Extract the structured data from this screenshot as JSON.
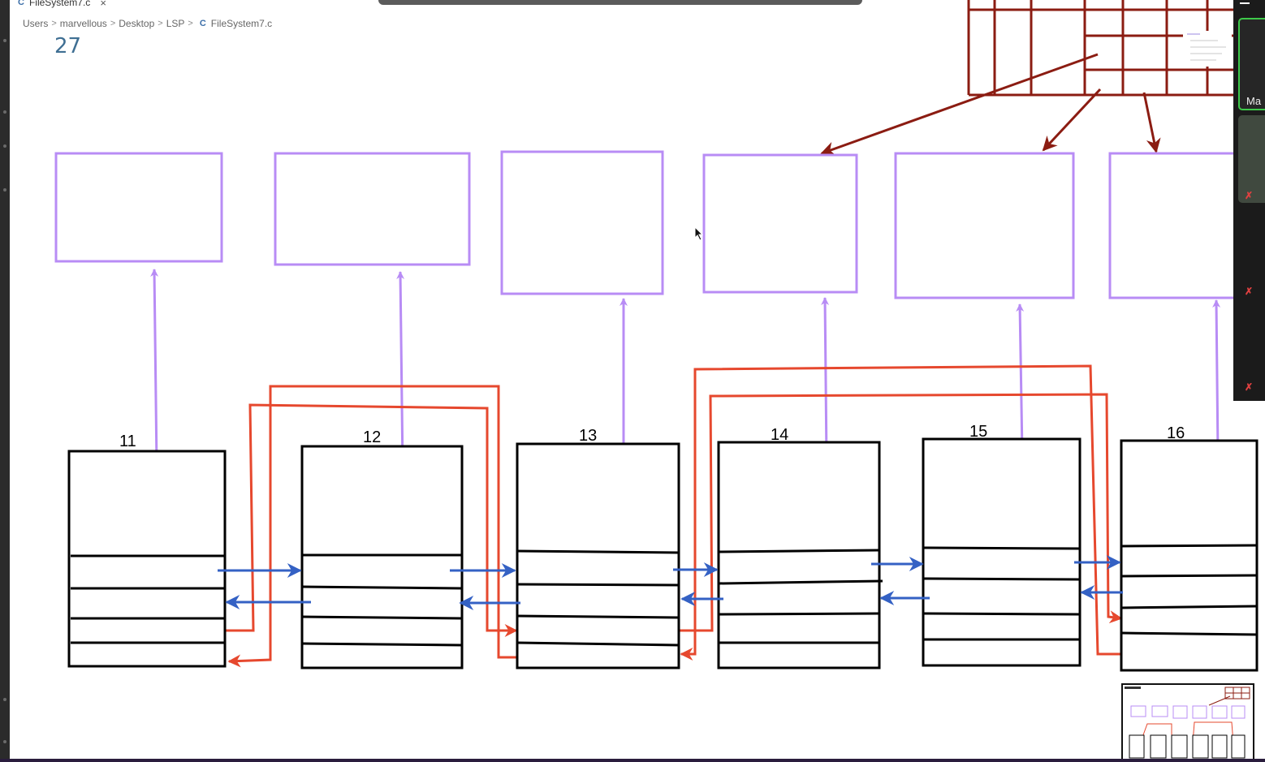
{
  "editor": {
    "tab_label": "FileSystem7.c",
    "close_glyph": "×",
    "c_glyph": "C",
    "breadcrumb": [
      "Users",
      "marvellous",
      "Desktop",
      "LSP",
      "FileSystem7.c"
    ],
    "breadcrumb_separator": ">",
    "line_number": "27"
  },
  "participants_panel": {
    "visible_name": "Ma",
    "muted_icon": "muted-mic-icon"
  },
  "diagram": {
    "block_labels": [
      "11",
      "12",
      "13",
      "14",
      "15",
      "16"
    ],
    "colors": {
      "data_box": "#b88cf5",
      "block_outline": "#000000",
      "next_pointer": "#3461c4",
      "link_pointer": "#e6482e",
      "table": "#8b1c12"
    }
  }
}
